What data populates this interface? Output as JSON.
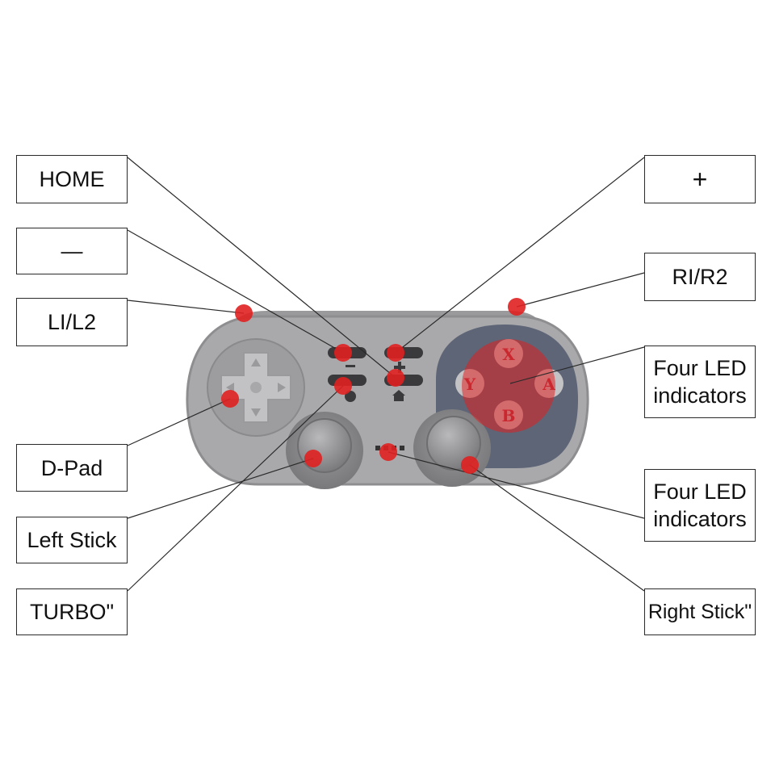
{
  "colors": {
    "body": "#a7a7a9",
    "body_edge": "#8e8e90",
    "face_panel": "#5d6577",
    "face_button": "#c3c3c5",
    "marker": "#e02020",
    "line": "#2a2a2a"
  },
  "controller": {
    "face_buttons": [
      "X",
      "A",
      "B",
      "Y"
    ],
    "center_button_icons": [
      "minus-icon",
      "plus-icon",
      "turbo-icon",
      "home-icon"
    ],
    "dpad_arrows": [
      "arrow-up-icon",
      "arrow-down-icon",
      "arrow-left-icon",
      "arrow-right-icon"
    ]
  },
  "labels": {
    "home": "HOME",
    "minus": "—",
    "l1l2": "LI/L2",
    "dpad": "D-Pad",
    "left_stick": "Left Stick",
    "turbo": "TURBO\"",
    "plus": "+",
    "r1r2": "RI/R2",
    "led_top": "Four LED\nindicators",
    "led_bottom": "Four LED\nindicators",
    "right_stick": "Right Stick\""
  }
}
